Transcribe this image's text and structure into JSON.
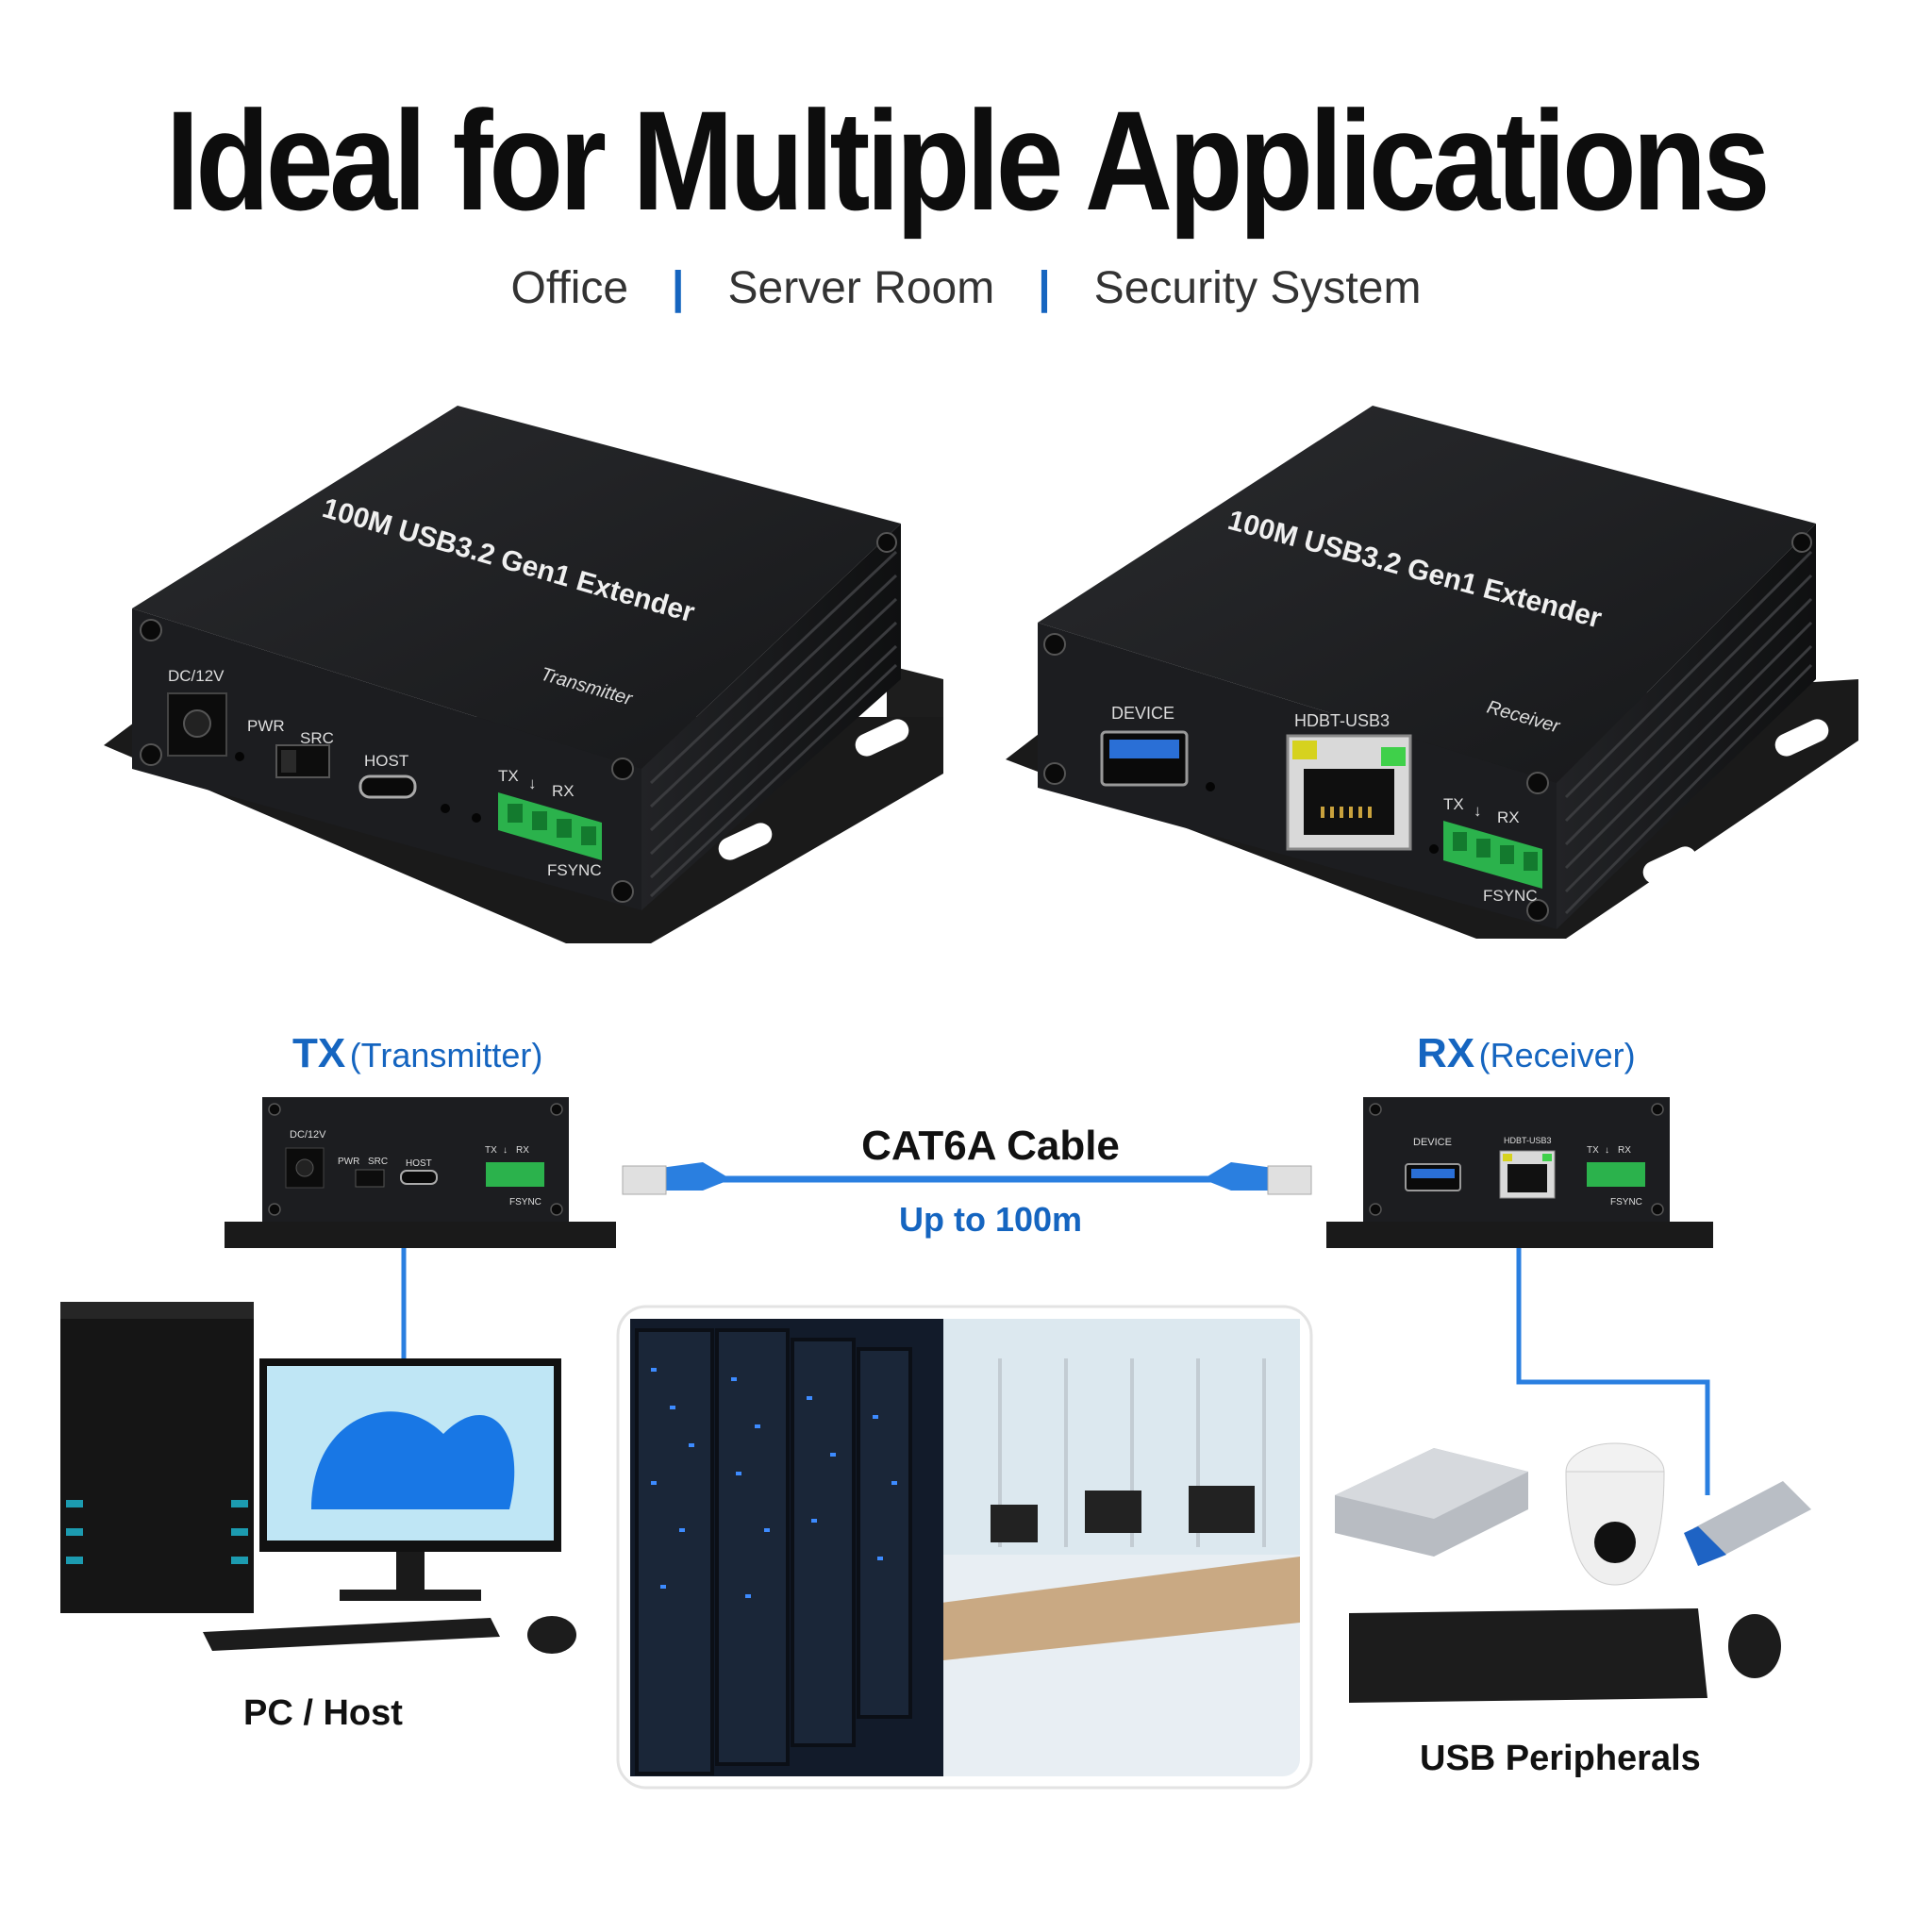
{
  "title": "Ideal for Multiple Applications",
  "applications": [
    "Office",
    "Server Room",
    "Security System"
  ],
  "device_label": "100M USB3.2 Gen1 Extender",
  "transmitter": {
    "role": "Transmitter",
    "ports": {
      "dc": "DC/12V",
      "pwr": "PWR",
      "src": "SRC",
      "host": "HOST",
      "tx": "TX",
      "arrow": "↓",
      "rx": "RX",
      "fsync": "FSYNC"
    }
  },
  "receiver": {
    "role": "Receiver",
    "ports": {
      "device": "DEVICE",
      "hdbt": "HDBT-USB3",
      "tx": "TX",
      "arrow": "↓",
      "rx": "RX",
      "fsync": "FSYNC"
    }
  },
  "diagram": {
    "tx_abbr": "TX",
    "tx_full": "(Transmitter)",
    "rx_abbr": "RX",
    "rx_full": "(Receiver)",
    "cable": "CAT6A Cable",
    "distance": "Up to 100m",
    "host_caption": "PC / Host",
    "peripherals_caption": "USB Peripherals"
  },
  "colors": {
    "accent": "#1565c0",
    "device_body": "#1b1c1e",
    "terminal": "#2bb24c",
    "cable": "#2a7fe0"
  }
}
